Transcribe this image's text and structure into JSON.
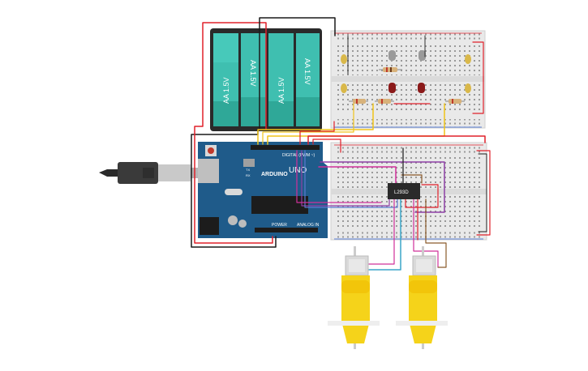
{
  "battery": {
    "cells": [
      "AA 1.5V",
      "AA 1.5V",
      "AA 1.5V",
      "AA 1.5V"
    ]
  },
  "arduino": {
    "board_label": "UNO",
    "brand_label": "ARDUINO",
    "digital_label": "DIGITAL (PWM ~)",
    "power_label": "POWER",
    "analog_label": "ANALOG IN",
    "tx_label": "TX",
    "rx_label": "RX"
  },
  "driver": {
    "chip_label": "L293D"
  },
  "colors": {
    "wire_red": "#e0202a",
    "wire_black": "#1a1a1a",
    "wire_yellow": "#f0c419",
    "wire_purple": "#8e3fa6",
    "wire_magenta": "#d0309a",
    "wire_cyan": "#3aa6c8",
    "wire_brown": "#8a5a2a",
    "arduino_blue": "#1f5b8a",
    "battery_teal": "#3fbfb0",
    "motor_yellow": "#f5d31a",
    "breadboard": "#e8e8e8"
  }
}
